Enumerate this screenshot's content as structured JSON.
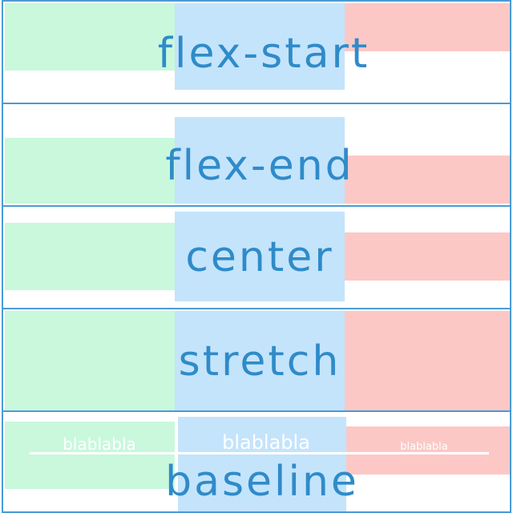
{
  "rows": [
    {
      "label": "flex-start"
    },
    {
      "label": "flex-end"
    },
    {
      "label": "center"
    },
    {
      "label": "stretch"
    },
    {
      "label": "baseline",
      "sample_texts": [
        "blablabla",
        "blablabla",
        "blablabla"
      ]
    }
  ],
  "colors": {
    "border": "#4a9bd4",
    "green": "#c9f8dd",
    "blue": "#c4e4fb",
    "red": "#fcc8c6",
    "text": "#2f8bc9",
    "background": "#ffffff"
  }
}
